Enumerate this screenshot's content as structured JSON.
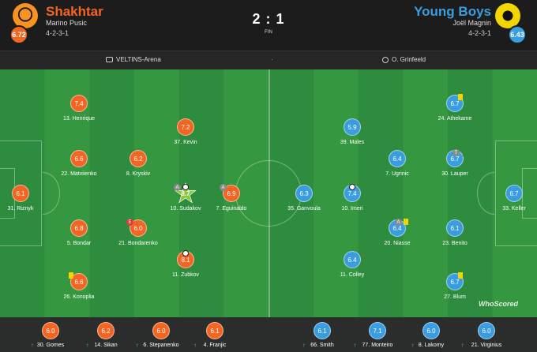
{
  "match": {
    "score": "2 : 1",
    "status": "FIN",
    "venue": "VELTINS-Arena",
    "separator": "·",
    "referee": "O. Grinfeeld",
    "watermark": "WhoScored"
  },
  "home": {
    "name": "Shakhtar",
    "coach": "Marino Pusic",
    "formation": "4-2-3-1",
    "rating": "6.72",
    "color": "#f26522",
    "players": [
      {
        "label": "7.4",
        "name": "13. Henrique"
      },
      {
        "label": "7.2",
        "name": "37. Kevin"
      },
      {
        "label": "6.6",
        "name": "22. Matviienko"
      },
      {
        "label": "6.2",
        "name": "8. Kryskiv"
      },
      {
        "label": "6.1",
        "name": "31. Riznyk"
      },
      {
        "label": "8.7",
        "name": "10. Sudakov"
      },
      {
        "label": "6.9",
        "name": "7. Eguinaldo"
      },
      {
        "label": "6.8",
        "name": "5. Bondar"
      },
      {
        "label": "6.0",
        "name": "21. Bondarenko"
      },
      {
        "label": "8.1",
        "name": "11. Zubkov"
      },
      {
        "label": "6.6",
        "name": "26. Konoplia"
      }
    ],
    "subs": [
      {
        "label": "6.0",
        "name": "30. Gomes"
      },
      {
        "label": "6.2",
        "name": "14. Sikan"
      },
      {
        "label": "6.0",
        "name": "6. Stepanenko"
      },
      {
        "label": "6.1",
        "name": "4. Franjic"
      }
    ]
  },
  "away": {
    "name": "Young Boys",
    "coach": "Joël Magnin",
    "formation": "4-2-3-1",
    "rating": "6.43",
    "color": "#3a9ddf",
    "players": [
      {
        "label": "6.7",
        "name": "24. Athekame"
      },
      {
        "label": "5.9",
        "name": "39. Males"
      },
      {
        "label": "6.4",
        "name": "7. Ugrinic"
      },
      {
        "label": "6.7",
        "name": "30. Lauper"
      },
      {
        "label": "6.3",
        "name": "35. Ganvoula"
      },
      {
        "label": "7.4",
        "name": "10. Imeri"
      },
      {
        "label": "6.7",
        "name": "33. Keller"
      },
      {
        "label": "6.4",
        "name": "20. Niasse"
      },
      {
        "label": "6.1",
        "name": "23. Benito"
      },
      {
        "label": "6.4",
        "name": "11. Colley"
      },
      {
        "label": "6.7",
        "name": "27. Blum"
      }
    ],
    "subs": [
      {
        "label": "6.1",
        "name": "66. Smith"
      },
      {
        "label": "7.1",
        "name": "77. Monteiro"
      },
      {
        "label": "6.0",
        "name": "8. Lakomy"
      },
      {
        "label": "6.0",
        "name": "21. Virginius"
      }
    ]
  },
  "event_marks": {
    "assist": "A",
    "sub_off_red": "E",
    "captain": "T"
  }
}
